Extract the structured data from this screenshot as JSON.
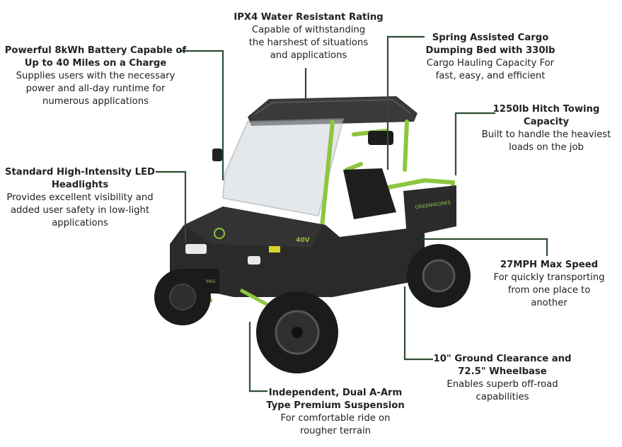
{
  "colors": {
    "leader": "#2e4d33",
    "accent": "#8dc63f",
    "body": "#2a2a2a",
    "text": "#222222"
  },
  "features": [
    {
      "title": "IPX4 Water Resistant Rating",
      "desc": "Capable of withstanding the harshest of situations and applications"
    },
    {
      "title": "Spring Assisted Cargo Dumping Bed with 330lb",
      "desc": "Cargo Hauling Capacity For fast, easy, and efficient"
    },
    {
      "title": "Powerful 8kWh Battery Capable of Up to 40 Miles on a Charge",
      "desc": "Supplies users with the necessary power and all-day runtime for numerous applications"
    },
    {
      "title": "1250lb Hitch Towing Capacity",
      "desc": "Built to handle the heaviest loads on the job"
    },
    {
      "title": "Standard High-Intensity LED Headlights",
      "desc": "Provides excellent visibility and added user safety in low-light applications"
    },
    {
      "title": "27MPH Max Speed",
      "desc": "For quickly transporting from one place to another"
    },
    {
      "title": "10\" Ground Clearance and 72.5\" Wheelbase",
      "desc": "Enables superb off-road capabilities"
    },
    {
      "title": "Independent, Dual A-Arm Type Premium Suspension",
      "desc": "For comfortable ride on rougher terrain"
    }
  ],
  "vehicle": {
    "hood_badge": "40V",
    "bed_label": "GREENWORKS",
    "grille_label": "GREEN WORKS"
  }
}
